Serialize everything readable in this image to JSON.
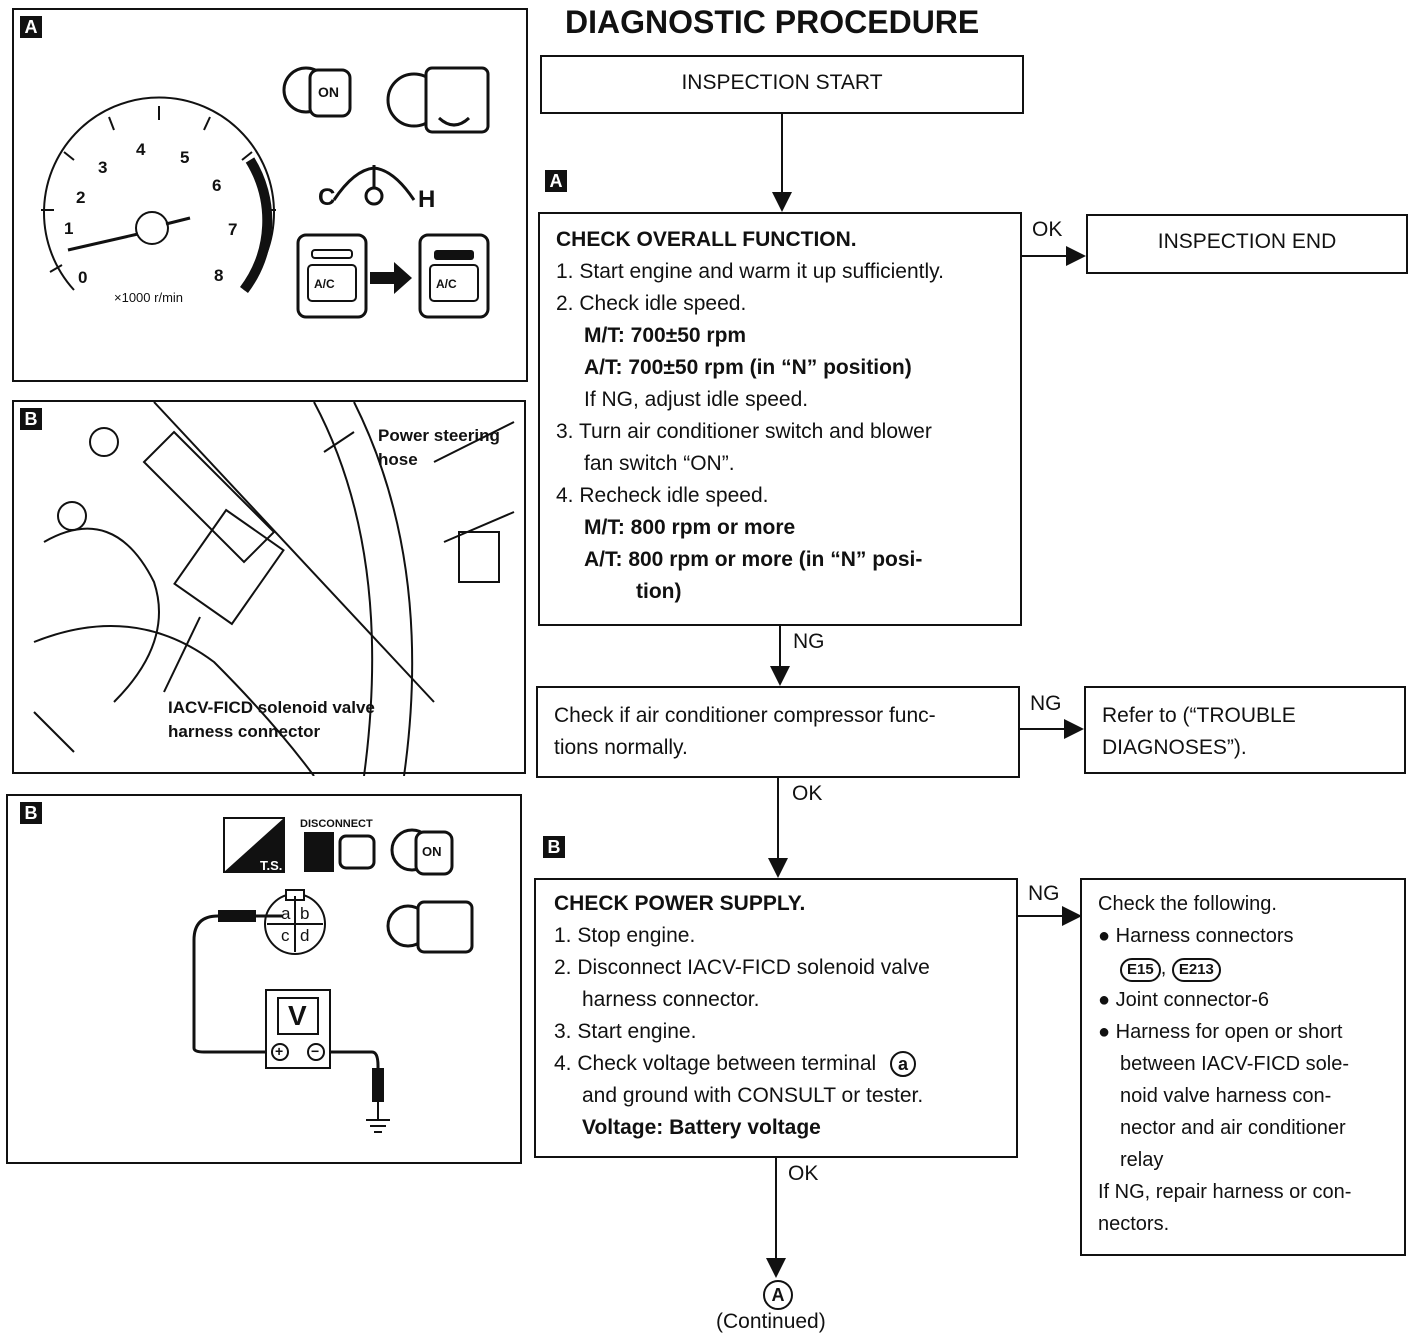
{
  "title": "DIAGNOSTIC PROCEDURE",
  "inspection_start": "INSPECTION START",
  "inspection_end": "INSPECTION END",
  "tags": {
    "a": "A",
    "b": "B"
  },
  "edges": {
    "ok1": "OK",
    "ng1": "NG",
    "ng2": "NG",
    "ok2": "OK",
    "ng3": "NG",
    "ok3": "OK"
  },
  "step_a": {
    "heading": "CHECK OVERALL FUNCTION.",
    "lines": [
      "1. Start engine and warm it up sufficiently.",
      "2. Check idle speed.",
      "M/T: 700±50 rpm",
      "A/T: 700±50 rpm (in “N” position)",
      "If NG, adjust idle speed.",
      "3. Turn air conditioner switch and blower",
      "fan switch “ON”.",
      "4. Recheck idle speed.",
      "M/T: 800 rpm or more",
      "A/T: 800 rpm or more (in “N” posi-",
      "tion)"
    ]
  },
  "compressor": {
    "lines": [
      "Check if air conditioner compressor func-",
      "tions normally."
    ]
  },
  "refer": {
    "lines": [
      "Refer to (“TROUBLE",
      "DIAGNOSES”)."
    ]
  },
  "step_b": {
    "heading": "CHECK POWER SUPPLY.",
    "lines": [
      "1. Stop engine.",
      "2. Disconnect IACV-FICD solenoid valve",
      "harness connector.",
      "3. Start engine.",
      "4. Check voltage between terminal",
      "and ground with CONSULT or tester.",
      "Voltage: Battery voltage"
    ],
    "terminal": "a"
  },
  "check_following": {
    "lines": [
      "Check the following.",
      "Harness connectors",
      "Joint connector-6",
      "Harness for open or short",
      "between IACV-FICD sole-",
      "noid valve harness con-",
      "nector and air conditioner",
      "relay",
      "If NG, repair harness or con-",
      "nectors."
    ],
    "connectors": [
      "E15",
      "E213"
    ],
    "sep": ","
  },
  "continued": {
    "mark": "A",
    "label": "(Continued)"
  },
  "fig_a": {
    "ticks": [
      "0",
      "1",
      "2",
      "3",
      "4",
      "5",
      "6",
      "7",
      "8"
    ],
    "unit": "×1000 r/min",
    "key_label": "ON",
    "temp_c": "C",
    "temp_h": "H",
    "ac_label": "A/C"
  },
  "fig_b1": {
    "callout_1": [
      "Power steering",
      "hose"
    ],
    "callout_2": [
      "IACV-FICD solenoid valve",
      "harness connector"
    ]
  },
  "fig_b2": {
    "ts": "T.S.",
    "disconnect": "DISCONNECT",
    "key_label": "ON",
    "pins": [
      "a",
      "b",
      "c",
      "d"
    ],
    "meter": "V",
    "plus": "+",
    "minus": "−"
  }
}
